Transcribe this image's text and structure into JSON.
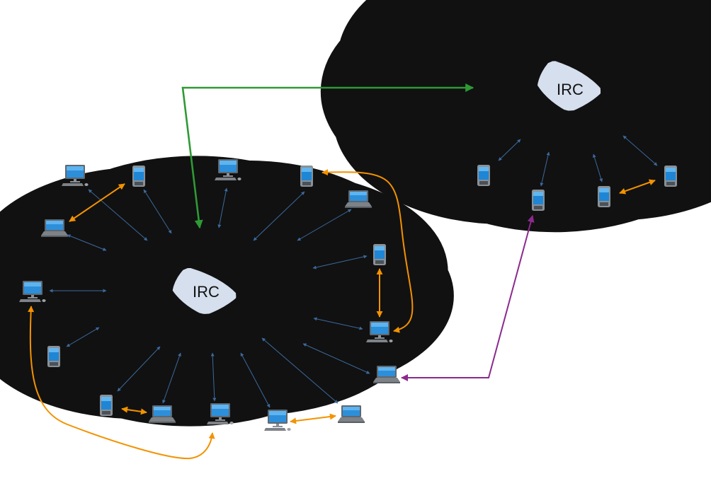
{
  "clouds": {
    "main": {
      "label": "IRC"
    },
    "remote": {
      "label": "IRC"
    }
  },
  "device_types": [
    "desktop-monitor",
    "laptop",
    "smartphone"
  ],
  "colors": {
    "cloud_fill": "#d5dfed",
    "cloud_stroke": "#111111",
    "client_link": "#3c6a9e",
    "peer_link": "#f39200",
    "server_link": "#2e9a35",
    "cross_link": "#8b2a8e"
  },
  "link_types": [
    "client-to-server",
    "peer-to-peer",
    "server-to-server",
    "cross-network"
  ]
}
